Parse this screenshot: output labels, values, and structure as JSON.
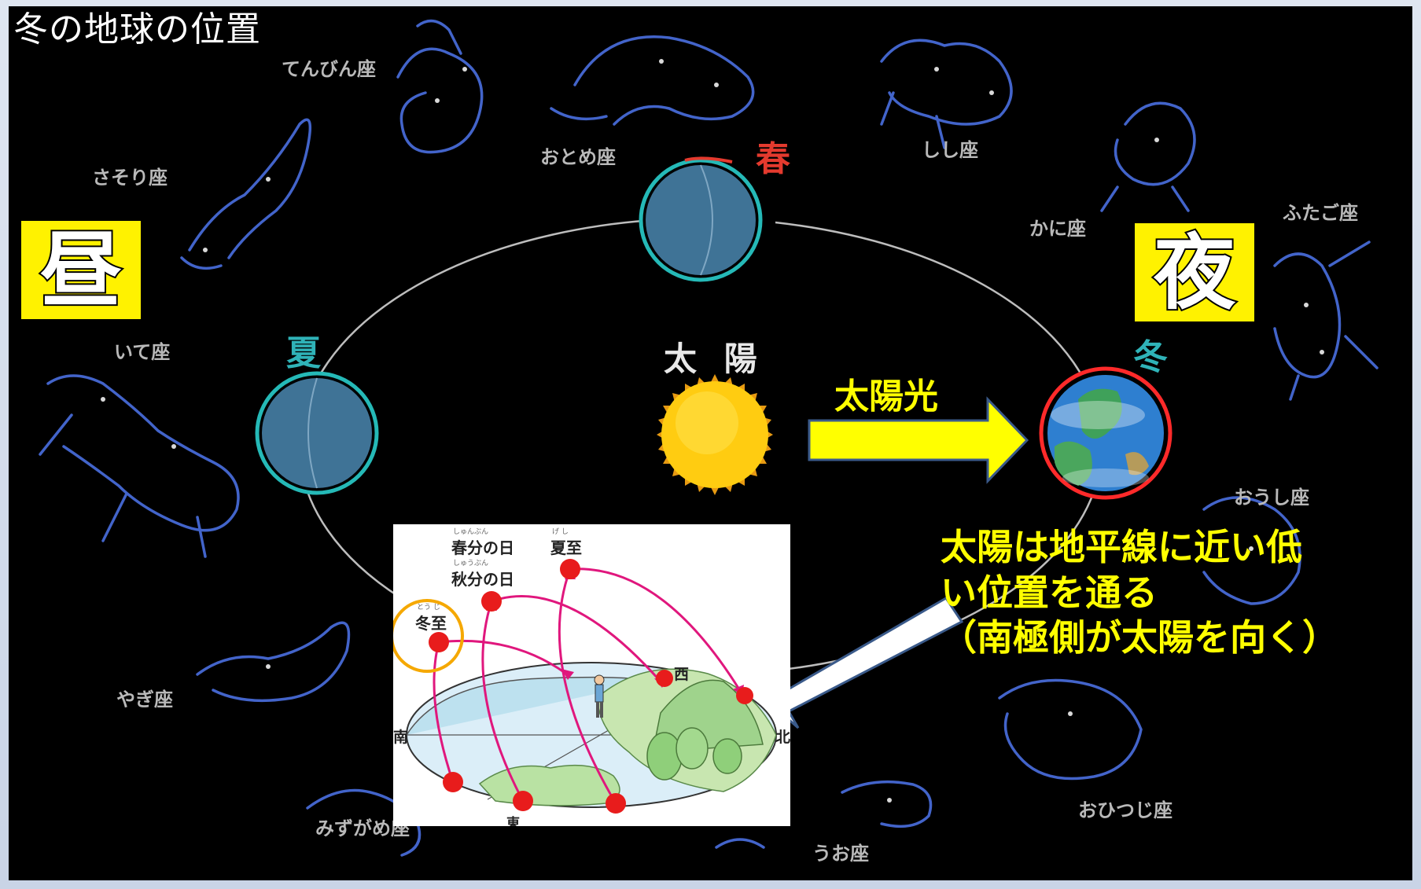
{
  "title": "冬の地球の位置",
  "day_label": "昼",
  "night_label": "夜",
  "sun_label": "太 陽",
  "sunlight_label": "太陽光",
  "seasons": {
    "spring": "春",
    "summer": "夏",
    "winter": "冬"
  },
  "constellations": {
    "libra": "てんびん座",
    "virgo": "おとめ座",
    "leo": "しし座",
    "cancer": "かに座",
    "gemini": "ふたご座",
    "scorpio": "さそり座",
    "sagittarius": "いて座",
    "taurus": "おうし座",
    "capricorn": "やぎ座",
    "aquarius": "みずがめ座",
    "pisces": "うお座",
    "aries": "おひつじ座"
  },
  "note_lines": [
    "太陽は地平線に近い低",
    "い位置を通る",
    "（南極側が太陽を向く）"
  ],
  "inset": {
    "spring_autumn_ruby": "しゅんぶん",
    "spring_equinox": "春分の日",
    "autumn_ruby": "しゅうぶん",
    "autumn_equinox": "秋分の日",
    "summer_ruby": "げ し",
    "summer_solstice": "夏至",
    "winter_ruby": "とう じ",
    "winter_solstice": "冬至",
    "west": "西",
    "south": "南",
    "north": "北",
    "east": "東"
  },
  "colors": {
    "background": "#000000",
    "orbit": "#bdbdbd",
    "planet": "#3f7396",
    "planet_ring": "#25b9b7",
    "earth_ring": "#ff2a2a",
    "sun": "#ffcc11",
    "highlight": "#fff200",
    "constellation": "#4a6fe0",
    "sun_path": "#e0177d",
    "sun_dot": "#e81c1c",
    "winter_circle": "#f5a800"
  }
}
